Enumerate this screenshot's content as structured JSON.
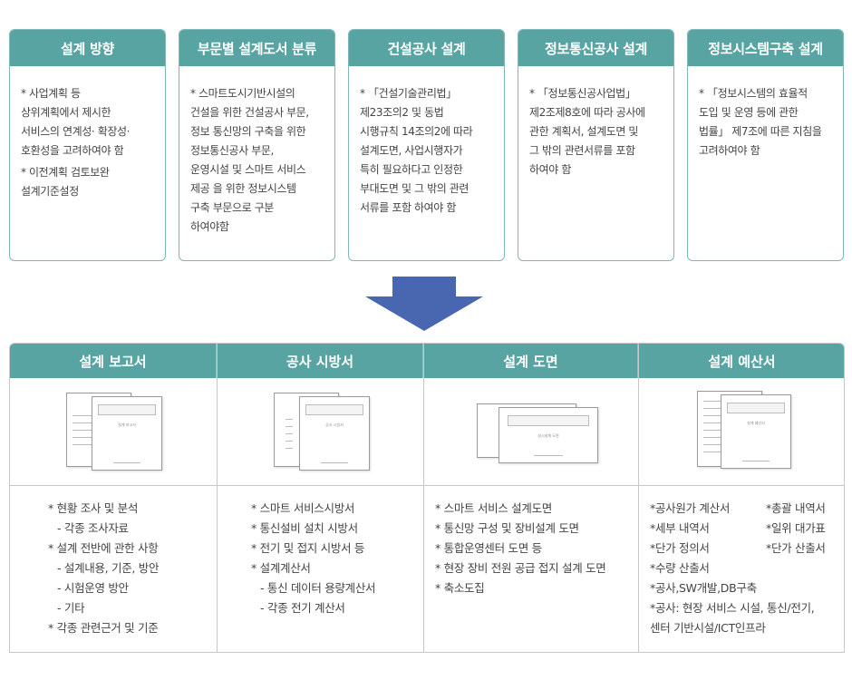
{
  "top_boxes": [
    {
      "title": "설계 방향",
      "lines": [
        "* 사업계획 등",
        "상위계획에서 제시한",
        "서비스의 연계성· 확장성·",
        "호환성을 고려하여야 함",
        "*  이전계획 검토보완",
        "설계기준설정"
      ]
    },
    {
      "title": "부문별 설계도서 분류",
      "lines": [
        "* 스마트도시기반시설의",
        "건설을 위한 건설공사 부문,",
        "정보 통신망의 구축을 위한",
        "정보통신공사 부문,",
        "운영시설 및 스마트 서비스",
        "제공 을 위한 정보시스템",
        "구축 부문으로 구분",
        "하여야함"
      ]
    },
    {
      "title": "건설공사 설계",
      "lines": [
        "* 「건설기술관리법」",
        "제23조의2 및 동법",
        "시행규칙 14조의2에 따라",
        "설계도면, 사업시행자가",
        "특히 필요하다고 인정한",
        "부대도면 및 그 밖의 관련",
        "서류를 포함 하여야 함"
      ]
    },
    {
      "title": "정보통신공사 설계",
      "lines": [
        "* 「정보통신공사업법」",
        "제2조제8호에 따라 공사에",
        "관한 계획서, 설계도면 및",
        "그 밖의 관련서류를 포함",
        "하여야 함"
      ]
    },
    {
      "title": "정보시스템구축 설계",
      "lines": [
        "* 「정보시스템의 효율적",
        "도입 및 운영 등에 관한",
        "법률」 제7조에 따른 지침을",
        "고려하여야 함"
      ]
    }
  ],
  "columns": [
    {
      "title": "설계 보고서",
      "doc_title": "설계 보고서",
      "items": [
        "* 현황 조사 및 분석",
        "- 각종 조사자료",
        "* 설계 전반에 관한 사항",
        "- 설계내용, 기준, 방안",
        "- 시험운영 방안",
        "- 기타",
        "* 각종 관련근거 및 기준"
      ]
    },
    {
      "title": "공사 시방서",
      "doc_title": "공사 시방서",
      "items": [
        "* 스마트 서비스시방서",
        "* 통신설비 설치 시방서",
        "* 전기 및 접지 시방서 등",
        "* 설계계산서",
        "- 통신 데이터 용량계산서",
        "- 각종 전기 계산서"
      ]
    },
    {
      "title": "설계 도면",
      "doc_title": "실시설계 도면",
      "items": [
        "* 스마트 서비스 설계도면",
        "* 통신망 구성 및 장비설계 도면",
        "* 통합운영센터 도면 등",
        "* 현장 장비 전원 공급 접지 설계 도면",
        "* 축소도집"
      ]
    },
    {
      "title": "설계 예산서",
      "doc_title": "설계 예산서",
      "items_left": [
        "*공사원가 계산서",
        "*세부 내역서",
        "*단가 정의서",
        "*수량 산출서"
      ],
      "items_right": [
        "*총괄 내역서",
        "*일위 대가표",
        "*단가 산출서"
      ],
      "items_full": [
        "*공사,SW개발,DB구축",
        "*공사: 현장 서비스 시설, 통신/전기,",
        " 센터 기반시설/ICT인프라"
      ]
    }
  ],
  "colors": {
    "header": "#58a4a3",
    "border": "#7fb7b5",
    "arrow": "#4967b0"
  }
}
